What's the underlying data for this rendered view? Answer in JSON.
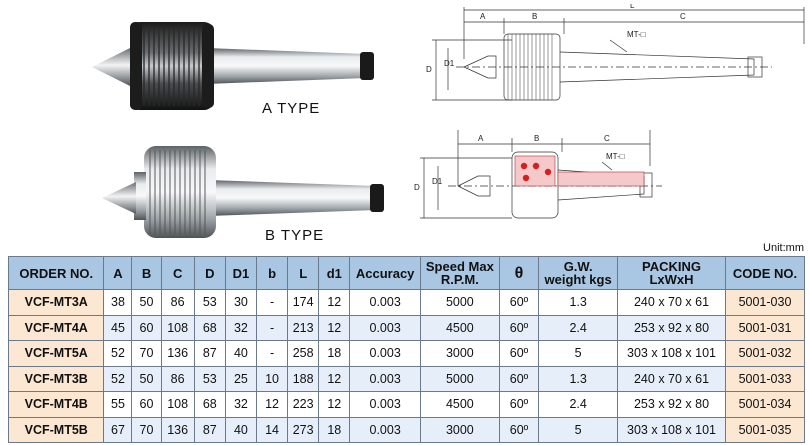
{
  "type_a_label": "A  TYPE",
  "type_b_label": "B  TYPE",
  "drawing_labels": {
    "a": "A",
    "b": "B",
    "c": "C",
    "l": "L",
    "d": "D",
    "d1": "D1",
    "mt": "MT-□"
  },
  "unit": "Unit:mm",
  "table": {
    "headers": [
      {
        "key": "order",
        "label": "ORDER NO."
      },
      {
        "key": "a",
        "label": "A"
      },
      {
        "key": "b_dim",
        "label": "B"
      },
      {
        "key": "c",
        "label": "C"
      },
      {
        "key": "d",
        "label": "D"
      },
      {
        "key": "d1",
        "label": "D1"
      },
      {
        "key": "b_small",
        "label": "b"
      },
      {
        "key": "l",
        "label": "L"
      },
      {
        "key": "d1_small",
        "label": "d1"
      },
      {
        "key": "accuracy",
        "label": "Accuracy"
      },
      {
        "key": "speed_1",
        "label": "Speed Max"
      },
      {
        "key": "speed_2",
        "label": "R.P.M."
      },
      {
        "key": "theta",
        "label": "θ"
      },
      {
        "key": "gw_1",
        "label": "G.W."
      },
      {
        "key": "gw_2",
        "label": "weight kgs"
      },
      {
        "key": "packing_1",
        "label": "PACKING"
      },
      {
        "key": "packing_2",
        "label": "LxWxH"
      },
      {
        "key": "code",
        "label": "CODE NO."
      }
    ],
    "rows": [
      {
        "order": "VCF-MT3A",
        "a": "38",
        "b_dim": "50",
        "c": "86",
        "d": "53",
        "d1": "30",
        "b_small": "-",
        "l": "174",
        "d1_small": "12",
        "accuracy": "0.003",
        "speed": "5000",
        "theta": "60º",
        "gw": "1.3",
        "packing": "240 x 70 x 61",
        "code": "5001-030"
      },
      {
        "order": "VCF-MT4A",
        "a": "45",
        "b_dim": "60",
        "c": "108",
        "d": "68",
        "d1": "32",
        "b_small": "-",
        "l": "213",
        "d1_small": "12",
        "accuracy": "0.003",
        "speed": "4500",
        "theta": "60º",
        "gw": "2.4",
        "packing": "253 x 92 x 80",
        "code": "5001-031"
      },
      {
        "order": "VCF-MT5A",
        "a": "52",
        "b_dim": "70",
        "c": "136",
        "d": "87",
        "d1": "40",
        "b_small": "-",
        "l": "258",
        "d1_small": "18",
        "accuracy": "0.003",
        "speed": "3000",
        "theta": "60º",
        "gw": "5",
        "packing": "303 x 108 x 101",
        "code": "5001-032"
      },
      {
        "order": "VCF-MT3B",
        "a": "52",
        "b_dim": "50",
        "c": "86",
        "d": "53",
        "d1": "25",
        "b_small": "10",
        "l": "188",
        "d1_small": "12",
        "accuracy": "0.003",
        "speed": "5000",
        "theta": "60º",
        "gw": "1.3",
        "packing": "240 x 70 x 61",
        "code": "5001-033"
      },
      {
        "order": "VCF-MT4B",
        "a": "55",
        "b_dim": "60",
        "c": "108",
        "d": "68",
        "d1": "32",
        "b_small": "12",
        "l": "223",
        "d1_small": "12",
        "accuracy": "0.003",
        "speed": "4500",
        "theta": "60º",
        "gw": "2.4",
        "packing": "253 x 92 x 80",
        "code": "5001-034"
      },
      {
        "order": "VCF-MT5B",
        "a": "67",
        "b_dim": "70",
        "c": "136",
        "d": "87",
        "d1": "40",
        "b_small": "14",
        "l": "273",
        "d1_small": "18",
        "accuracy": "0.003",
        "speed": "3000",
        "theta": "60º",
        "gw": "5",
        "packing": "303 x 108 x 101",
        "code": "5001-035"
      }
    ]
  }
}
